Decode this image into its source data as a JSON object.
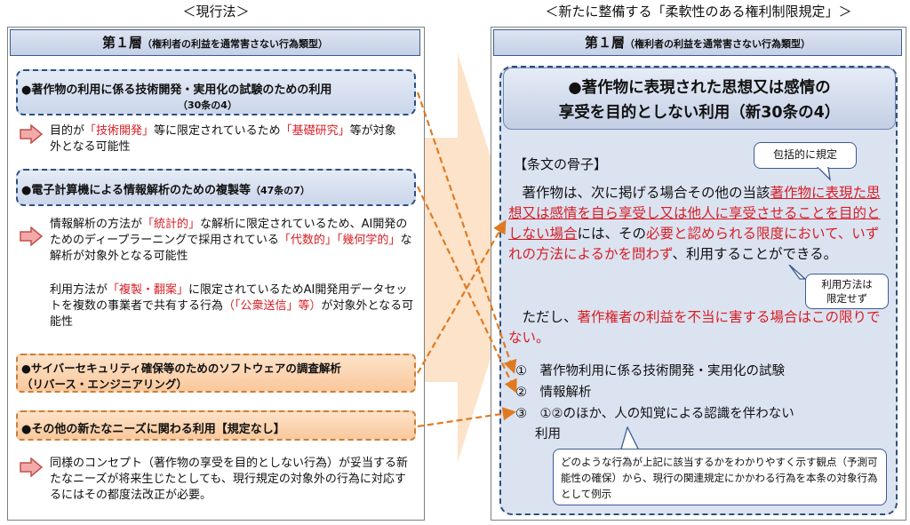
{
  "left": {
    "title": "＜現行法＞",
    "header_main": "第１層",
    "header_sub": "（権利者の利益を通常害さない行為類型）",
    "item1": {
      "text": "●著作物の利用に係る技術開発・実用化の試験のための利用",
      "article": "（30条の4）"
    },
    "note1": [
      {
        "t": "目的が",
        "red": false
      },
      {
        "t": "「技術開発」",
        "red": true
      },
      {
        "t": "等に限定されているため",
        "red": false
      },
      {
        "t": "「基礎研究」",
        "red": true
      },
      {
        "t": "等が対象外となる可能性",
        "red": false
      }
    ],
    "item2": {
      "text": "●電子計算機による情報解析のための複製等",
      "article": "（47条の7）"
    },
    "note2": [
      {
        "t": "情報解析の方法が",
        "red": false
      },
      {
        "t": "「統計的」",
        "red": true
      },
      {
        "t": "な解析に限定されているため、AI開発のためのディープラーニングで採用されている",
        "red": false
      },
      {
        "t": "「代数的」「幾何学的」",
        "red": true
      },
      {
        "t": "な解析が対象外となる可能性",
        "red": false
      }
    ],
    "note3": [
      {
        "t": "利用方法が",
        "red": false
      },
      {
        "t": "「複製・翻案」",
        "red": true
      },
      {
        "t": "に限定されているためAI開発用データセットを複数の事業者で共有する行為",
        "red": false
      },
      {
        "t": "（「公衆送信」等）",
        "red": true
      },
      {
        "t": "が対象外となる可能性",
        "red": false
      }
    ],
    "item3": {
      "line1": "●サイバーセキュリティ確保等のためのソフトウェアの調査解析",
      "line2": "（リバース・エンジニアリング）"
    },
    "item4": {
      "text": "●その他の新たなニーズに関わる利用【規定なし】"
    },
    "note4": [
      {
        "t": "同様のコンセプト（著作物の享受を目的としない行為）が妥当する新たなニーズが将来生じたとしても、現行規定の対象外の行為に対応するにはその都度法改正が必要。",
        "red": false
      }
    ]
  },
  "right": {
    "title": "＜新たに整備する「柔軟性のある権利制限規定」＞",
    "header_main": "第１層",
    "header_sub": "（権利者の利益を通常害さない行為類型）",
    "main_line1": "●著作物に表現された思想又は感情の",
    "main_line2": "享受を目的としない利用（新30条の4）",
    "section_label": "【条文の骨子】",
    "bubble1": "包括的に規定",
    "bubble2_line1": "利用方法は",
    "bubble2_line2": "限定せず",
    "para1": [
      {
        "t": "　著作物は、次に掲げる場合その他の当該",
        "red": false
      },
      {
        "t": "著作物に表現た思想又は感情を自ら享受し又は他人に享受させることを目的としない場合",
        "red": true,
        "u": true
      },
      {
        "t": "には、その",
        "red": false
      },
      {
        "t": "必要と認められる限度において、いずれの方法によるかを問わず",
        "red": true
      },
      {
        "t": "、利用することができる。",
        "red": false
      }
    ],
    "para2": [
      {
        "t": "　ただし、",
        "red": false
      },
      {
        "t": "著作権者の利益を不当に害する場合はこの限りでない。",
        "red": true
      }
    ],
    "list": [
      "①　著作物利用に係る技術開発・実用化の試験",
      "②　情報解析",
      "③　①②のほか、人の知覚による認識を伴わない"
    ],
    "list3_cont": "利用",
    "bubble3": "どのような行為が上記に該当するかをわかりやすく示す観点（予測可能性の確保）から、現行の関連規定にかかわる行為を本条の対象行為として例示"
  }
}
